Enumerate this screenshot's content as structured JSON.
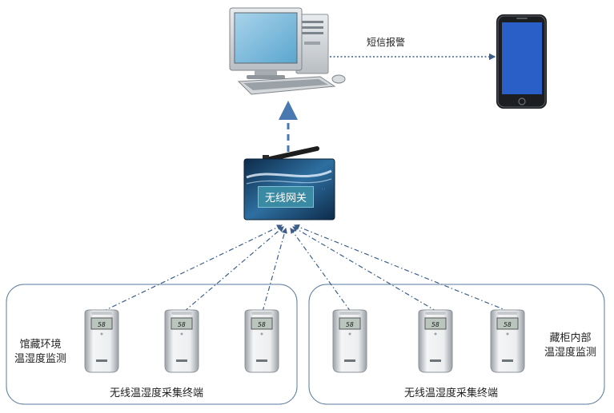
{
  "sms_label": "短信报警",
  "gateway_label": "无线网关",
  "zone_left": {
    "line1": "馆藏环境",
    "line2": "温湿度监测"
  },
  "zone_right": {
    "line1": "藏柜内部",
    "line2": "温湿度监测"
  },
  "group_left_label": "无线温湿度采集终端",
  "group_right_label": "无线温湿度采集终端",
  "sensor_lcd": "58",
  "colors": {
    "arrow": "#4a78b0",
    "frame": "#5a7aa0",
    "gateway_blue": "#2f6f9a",
    "phone_screen": "#2a5fc8"
  }
}
